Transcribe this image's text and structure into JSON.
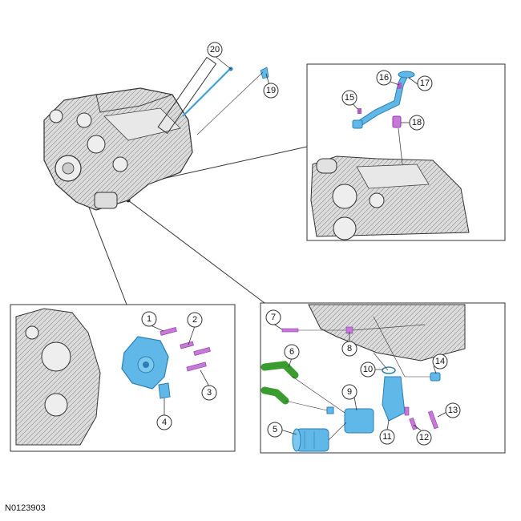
{
  "figure_id": "N0123903",
  "callouts": {
    "c1": "1",
    "c2": "2",
    "c3": "3",
    "c4": "4",
    "c5": "5",
    "c6": "6",
    "c7": "7",
    "c8": "8",
    "c9": "9",
    "c10": "10",
    "c11": "11",
    "c12": "12",
    "c13": "13",
    "c14": "14",
    "c15": "15",
    "c16": "16",
    "c17": "17",
    "c18": "18",
    "c19": "19",
    "c20": "20"
  },
  "colors": {
    "part_blue": "#5fb8e8",
    "part_blue_dark": "#2b7fb0",
    "fastener_purple": "#b05cc8",
    "hose_green": "#3a9b2e",
    "engine_gray": "#c8c8c8",
    "engine_line": "#333333"
  }
}
